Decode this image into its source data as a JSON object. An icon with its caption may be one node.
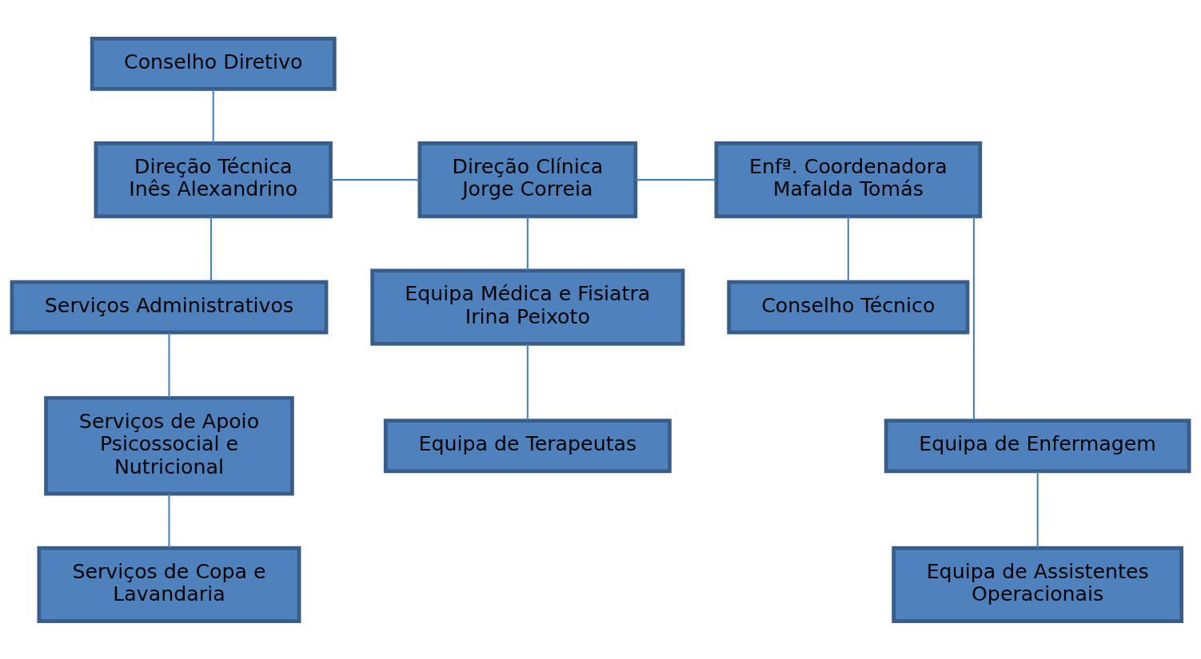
{
  "diagram": {
    "nodes": [
      {
        "text": [
          "Conselho Diretivo"
        ]
      },
      {
        "text": [
          "Direção Técnica",
          "Inês Alexandrino"
        ]
      },
      {
        "text": [
          "Direção Clínica",
          "Jorge Correia"
        ]
      },
      {
        "text": [
          "Enfª. Coordenadora",
          "Mafalda Tomás"
        ]
      },
      {
        "text": [
          "Serviços Administrativos"
        ]
      },
      {
        "text": [
          "Equipa Médica e Fisiatra",
          "Irina Peixoto"
        ]
      },
      {
        "text": [
          "Conselho Técnico"
        ]
      },
      {
        "text": [
          "Serviços de Apoio Psicossocial e Nutricional"
        ]
      },
      {
        "text": [
          "Equipa de Terapeutas"
        ]
      },
      {
        "text": [
          "Equipa de Enfermagem"
        ]
      },
      {
        "text": [
          "Serviços de Copa e Lavandaria"
        ]
      },
      {
        "text": [
          "Equipa de Assistentes Operacionais"
        ]
      }
    ],
    "edges": [
      {
        "from": 0,
        "to": 1,
        "arrow": "none"
      },
      {
        "from": 1,
        "to": 2,
        "arrow": "none"
      },
      {
        "from": 2,
        "to": 3,
        "arrow": "none"
      },
      {
        "from": 1,
        "to": 4,
        "arrow": "none"
      },
      {
        "from": 4,
        "to": 7,
        "arrow": "none"
      },
      {
        "from": 7,
        "to": 10,
        "arrow": "none"
      },
      {
        "from": 2,
        "to": 5,
        "arrow": "none"
      },
      {
        "from": 5,
        "to": 8,
        "arrow": "none"
      },
      {
        "from": 3,
        "to": 9,
        "arrow": "none"
      },
      {
        "from": 9,
        "to": 11,
        "arrow": "none"
      },
      {
        "from": 3,
        "to": 6,
        "arrow": "none"
      }
    ]
  }
}
